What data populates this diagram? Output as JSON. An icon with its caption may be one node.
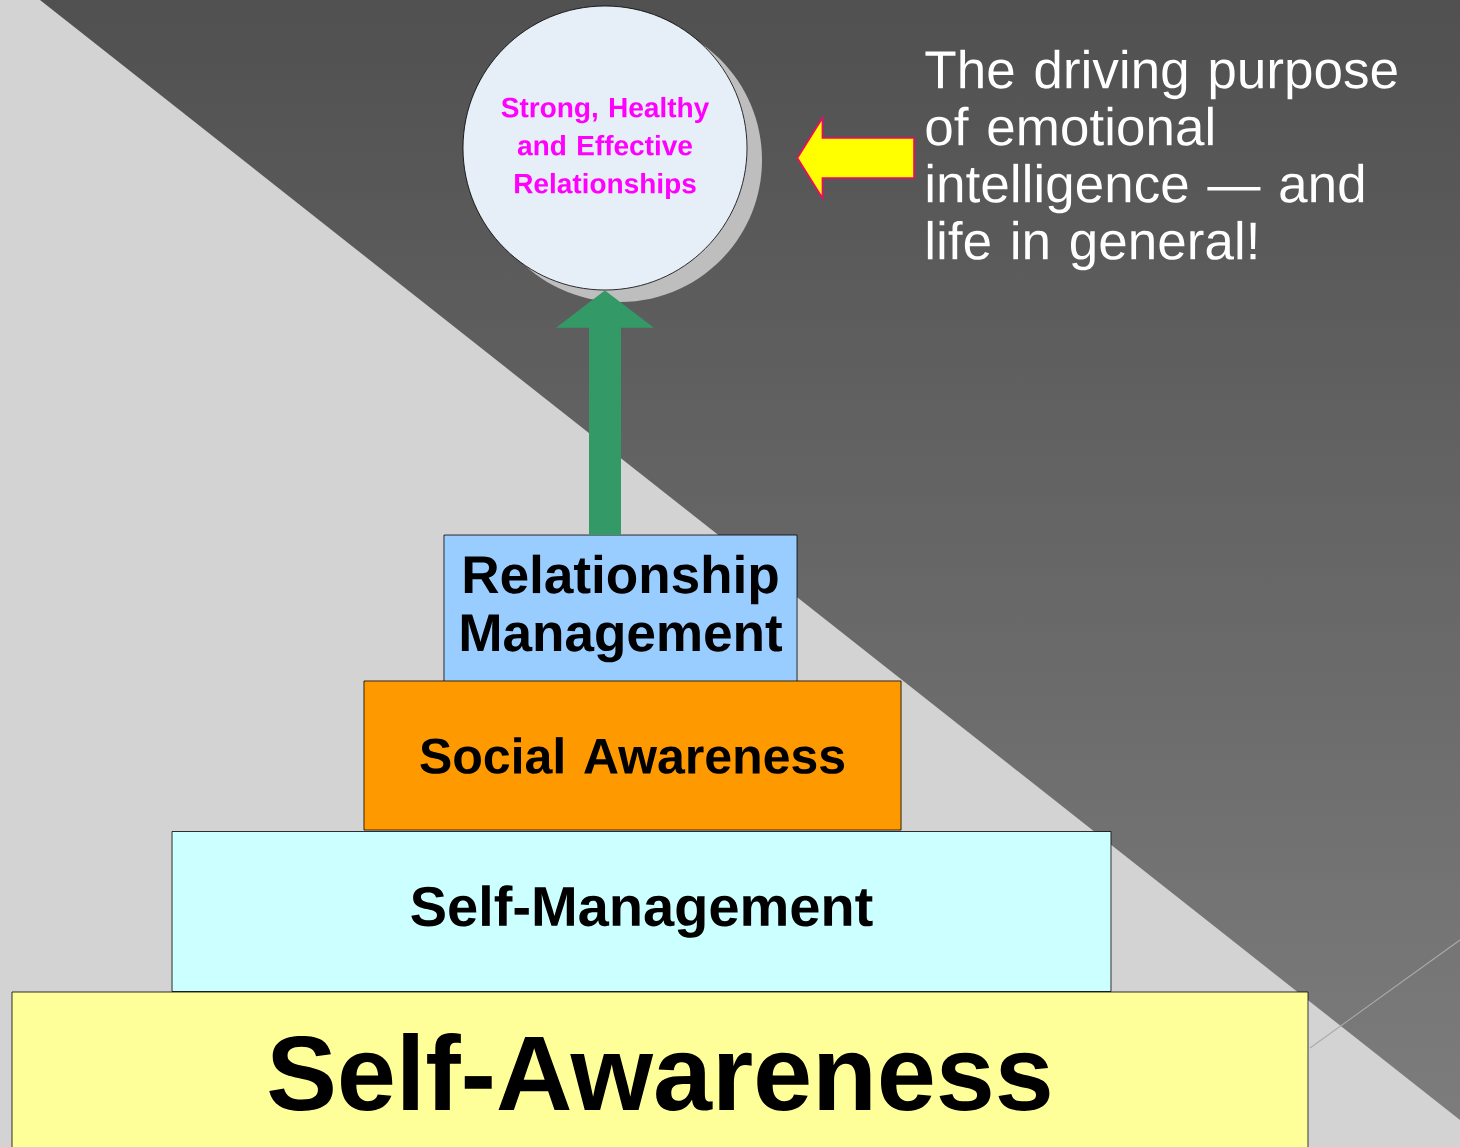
{
  "diagram": {
    "nodes": [
      {
        "text": [
          "Strong, Healthy and Effective Relationships"
        ]
      },
      {
        "text": [
          "The driving purpose of emotional intelligence — and life in general!"
        ]
      },
      {
        "text": [
          "Relationship Management"
        ]
      },
      {
        "text": [
          "Social Awareness"
        ]
      },
      {
        "text": [
          "Self-Management"
        ]
      },
      {
        "text": [
          "Self-Awareness"
        ]
      }
    ],
    "edges": [
      {
        "from": 1,
        "to": 0,
        "arrow": "to",
        "color": "#ffff00"
      },
      {
        "from": 2,
        "to": 0,
        "arrow": "to",
        "color": "#339966"
      }
    ]
  }
}
